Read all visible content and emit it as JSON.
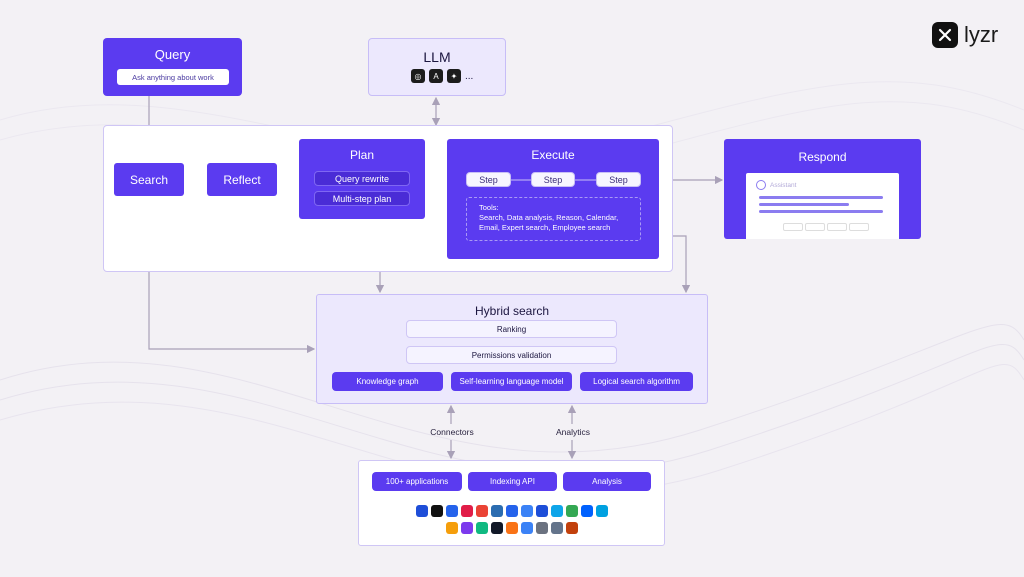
{
  "brand": {
    "name": "lyzr"
  },
  "query": {
    "title": "Query",
    "input_placeholder": "Ask anything about work"
  },
  "llm": {
    "title": "LLM",
    "more": "..."
  },
  "flow": {
    "search": "Search",
    "reflect": "Reflect",
    "plan": {
      "title": "Plan",
      "items": [
        "Query rewrite",
        "Multi-step plan"
      ]
    },
    "execute": {
      "title": "Execute",
      "steps": [
        "Step",
        "Step",
        "Step"
      ],
      "tools_label": "Tools:",
      "tools_line1": "Search, Data analysis, Reason, Calendar,",
      "tools_line2": "Email, Expert search, Employee search"
    }
  },
  "respond": {
    "title": "Respond",
    "assistant_label": "Assistant"
  },
  "hybrid": {
    "title": "Hybrid search",
    "ranking": "Ranking",
    "permissions": "Permissions validation",
    "features": [
      "Knowledge graph",
      "Self-learning language model",
      "Logical search algorithm"
    ]
  },
  "links": {
    "connectors": "Connectors",
    "analytics": "Analytics"
  },
  "sources": {
    "items": [
      "100+ applications",
      "Indexing API",
      "Analysis"
    ],
    "row1_colors": [
      "#1e4ed8",
      "#111111",
      "#2563eb",
      "#e11d48",
      "#ea4335",
      "#2b6cb0",
      "#2563eb",
      "#3b82f6",
      "#1d4ed8",
      "#0ea5e9",
      "#34a853",
      "#0061fe",
      "#00a1e0"
    ],
    "row2_colors": [
      "#f59e0b",
      "#7c3aed",
      "#10b981",
      "#111827",
      "#f97316",
      "#3b82f6",
      "#6b7280",
      "#64748b",
      "#c2410c"
    ]
  }
}
